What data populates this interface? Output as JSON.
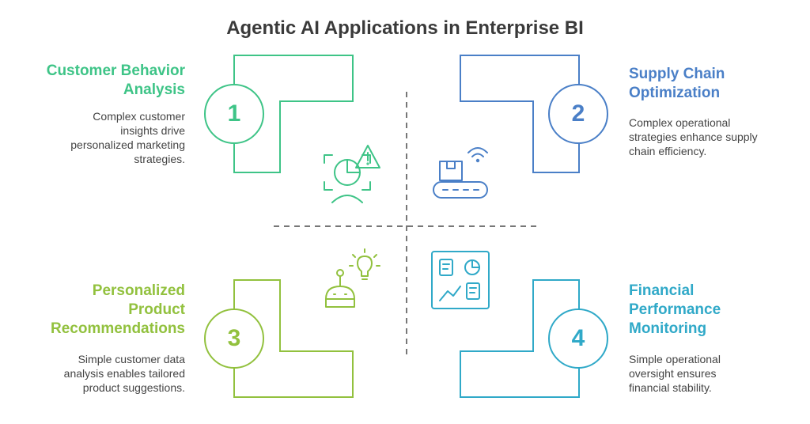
{
  "title": "Agentic AI Applications in Enterprise BI",
  "quadrants": [
    {
      "number": "1",
      "title_lines": [
        "Customer Behavior",
        "Analysis"
      ],
      "description": [
        "Complex customer",
        "insights drive",
        "personalized marketing",
        "strategies."
      ],
      "color": "#3ec487",
      "icon": "pie-chart-alert-icon"
    },
    {
      "number": "2",
      "title_lines": [
        "Supply Chain",
        "Optimization"
      ],
      "description": [
        "Complex operational",
        "strategies enhance supply",
        "chain efficiency."
      ],
      "color": "#4a7fc7",
      "icon": "conveyor-box-icon"
    },
    {
      "number": "3",
      "title_lines": [
        "Personalized",
        "Product",
        "Recommendations"
      ],
      "description": [
        "Simple customer data",
        "analysis enables tailored",
        "product suggestions."
      ],
      "color": "#92c13e",
      "icon": "robot-lightbulb-icon"
    },
    {
      "number": "4",
      "title_lines": [
        "Financial",
        "Performance",
        "Monitoring"
      ],
      "description": [
        "Simple operational",
        "oversight ensures",
        "financial stability."
      ],
      "color": "#30a9c8",
      "icon": "dashboard-icon"
    }
  ]
}
